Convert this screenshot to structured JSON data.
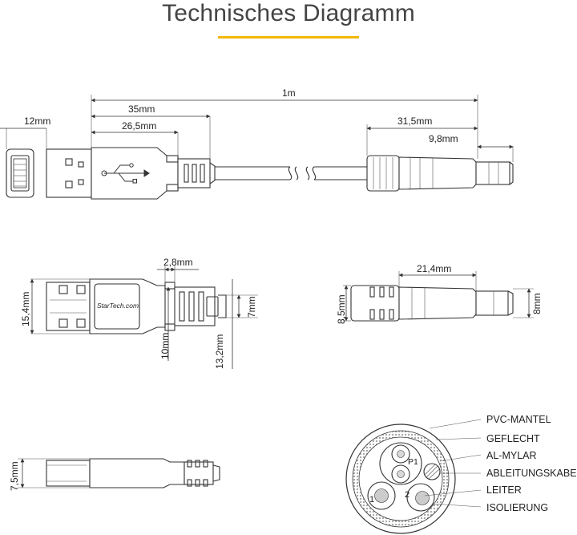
{
  "title": "Technisches Diagramm",
  "colors": {
    "accent": "#f2b705",
    "line": "#333333"
  },
  "dimensions": {
    "total_length": "1m",
    "female_end": "12mm",
    "connector_length": "35mm",
    "housing_length": "26,5mm",
    "barrel_total": "31,5mm",
    "barrel_tip": "9,8mm",
    "strain_relief": "2,8mm",
    "usb_height": "15,4mm",
    "relief_end": "7mm",
    "relief_base": "10mm",
    "relief_total": "13,2mm",
    "barrel_body": "21,4mm",
    "barrel_height": "8,5mm",
    "barrel_tip_height": "8mm",
    "side_thickness": "7,5mm"
  },
  "brand_logo": "StarTech.com",
  "cross_section": {
    "labels": [
      "PVC-MANTEL",
      "GEFLECHT",
      "AL-MYLAR",
      "ABLEITUNGSKABEL",
      "LEITER",
      "ISOLIERUNG"
    ],
    "markers": {
      "p1": "P1",
      "one": "1",
      "two": "2"
    }
  }
}
